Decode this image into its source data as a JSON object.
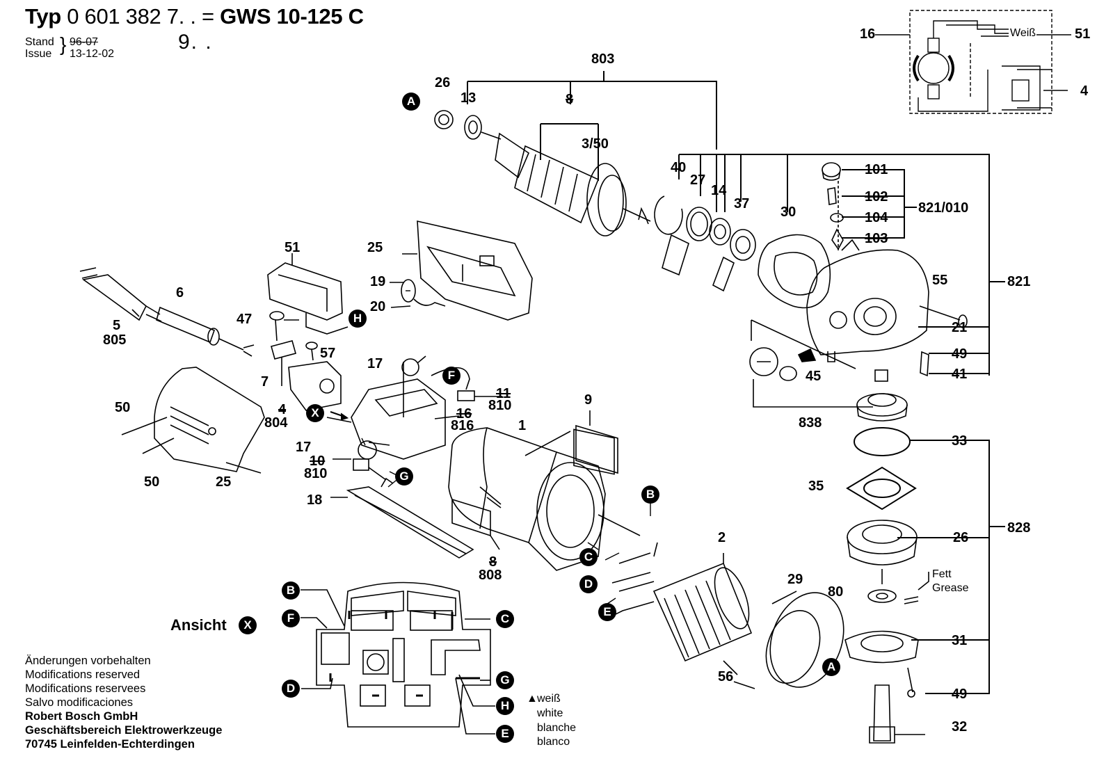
{
  "header": {
    "typ_word": "Typ",
    "type_number": "0 601 382 7. . =",
    "model": "GWS 10-125 C",
    "stand_label": "Stand",
    "issue_label": "Issue",
    "stand_value": "96-07",
    "issue_value": "13-12-02",
    "variant": "9. ."
  },
  "parts": {
    "p803": "803",
    "p26a": "26",
    "p13": "13",
    "p8a": "8",
    "p3_50": "3/50",
    "p16": "16",
    "p51a": "51",
    "p4": "4",
    "weiss": "Weiß",
    "p40": "40",
    "p27": "27",
    "p14": "14",
    "p37": "37",
    "p30": "30",
    "p101": "101",
    "p102": "102",
    "p104": "104",
    "p103": "103",
    "p821_010": "821/010",
    "p821": "821",
    "p25a": "25",
    "p19": "19",
    "p20": "20",
    "p51b": "51",
    "p6": "6",
    "p5": "5",
    "p805": "805",
    "p47": "47",
    "p57": "57",
    "p7": "7",
    "p4b": "4",
    "p804": "804",
    "p17a": "17",
    "p11": "11",
    "p810a": "810",
    "p16b": "16",
    "p816": "816",
    "p17b": "17",
    "p10": "10",
    "p810b": "810",
    "p18": "18",
    "p9": "9",
    "p1": "1",
    "p8b": "8",
    "p808": "808",
    "p50a": "50",
    "p50b": "50",
    "p25b": "25",
    "p55": "55",
    "p21": "21",
    "p49a": "49",
    "p41": "41",
    "p45": "45",
    "p838": "838",
    "p33": "33",
    "p35": "35",
    "p26b": "26",
    "p828": "828",
    "p80": "80",
    "fett": "Fett",
    "grease": "Grease",
    "p31": "31",
    "p49b": "49",
    "p32": "32",
    "p2": "2",
    "p29": "29",
    "p56": "56"
  },
  "callouts": {
    "A": "A",
    "B": "B",
    "C": "C",
    "D": "D",
    "E": "E",
    "F": "F",
    "G": "G",
    "H": "H",
    "X": "X"
  },
  "view": {
    "label": "Ansicht"
  },
  "legend": {
    "marker": "▲",
    "weiss": "weiß",
    "white": "white",
    "blanche": "blanche",
    "blanco": "blanco"
  },
  "notes": {
    "line1": "Änderungen vorbehalten",
    "line2": "Modifications reserved",
    "line3": "Modifications reservees",
    "line4": "Salvo modificaciones",
    "line5": "Robert Bosch GmbH",
    "line6": "Geschäftsbereich Elektrowerkzeuge",
    "line7": "70745 Leinfelden-Echterdingen"
  }
}
